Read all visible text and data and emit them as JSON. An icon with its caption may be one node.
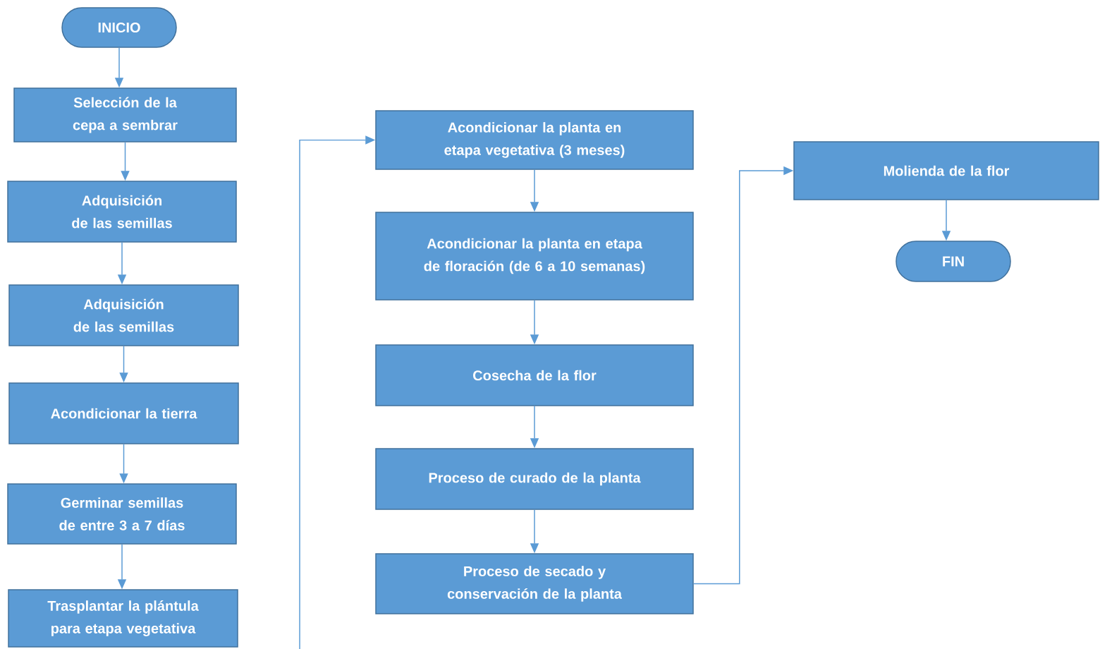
{
  "diagram": {
    "nodes": [
      {
        "text": [
          "INICIO"
        ]
      },
      {
        "text": [
          "Selección de la cepa a sembrar"
        ]
      },
      {
        "text": [
          "Adquisición de las semillas"
        ]
      },
      {
        "text": [
          "Adquisición de las semillas"
        ]
      },
      {
        "text": [
          "Acondicionar la tierra"
        ]
      },
      {
        "text": [
          "Germinar semillas de entre 3 a 7 días"
        ]
      },
      {
        "text": [
          "Trasplantar la plántula para etapa vegetativa"
        ]
      },
      {
        "text": [
          "Acondicionar la planta en etapa vegetativa (3 meses)"
        ]
      },
      {
        "text": [
          "Acondicionar la planta en etapa de floración (de 6 a 10 semanas)"
        ]
      },
      {
        "text": [
          "Cosecha de la flor"
        ]
      },
      {
        "text": [
          "Proceso de curado de la planta"
        ]
      },
      {
        "text": [
          "Proceso de secado y conservación de la planta"
        ]
      },
      {
        "text": [
          "Molienda de la flor"
        ]
      },
      {
        "text": [
          "FIN"
        ]
      }
    ],
    "edges": [
      {
        "from": 0,
        "to": 1,
        "arrow": "to"
      },
      {
        "from": 1,
        "to": 2,
        "arrow": "to"
      },
      {
        "from": 2,
        "to": 3,
        "arrow": "to"
      },
      {
        "from": 3,
        "to": 4,
        "arrow": "to"
      },
      {
        "from": 4,
        "to": 5,
        "arrow": "to"
      },
      {
        "from": 5,
        "to": 6,
        "arrow": "to"
      },
      {
        "from": null,
        "to": 7,
        "arrow": "to"
      },
      {
        "from": 7,
        "to": 8,
        "arrow": "to"
      },
      {
        "from": 8,
        "to": 9,
        "arrow": "to"
      },
      {
        "from": 9,
        "to": 10,
        "arrow": "to"
      },
      {
        "from": 10,
        "to": 11,
        "arrow": "to"
      },
      {
        "from": 11,
        "to": 12,
        "arrow": "to"
      },
      {
        "from": 12,
        "to": 13,
        "arrow": "to"
      }
    ]
  }
}
